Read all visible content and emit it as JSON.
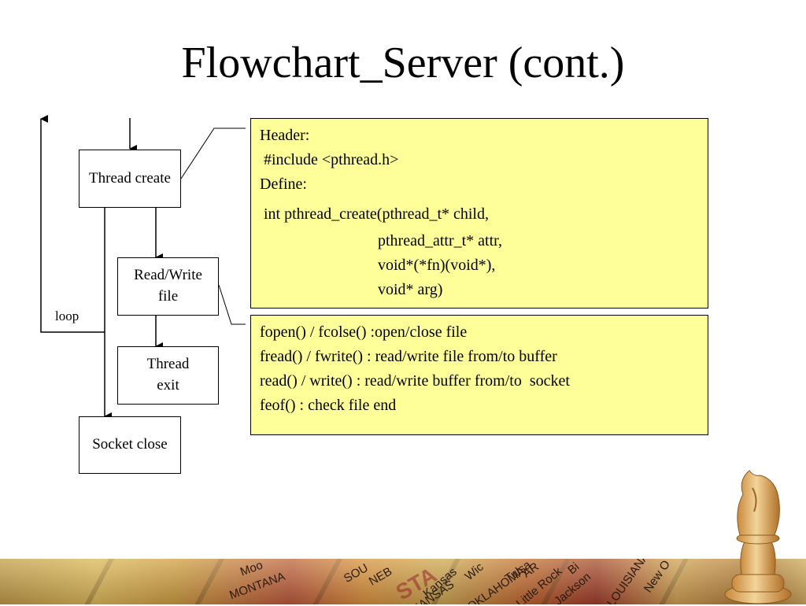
{
  "title": "Flowchart_Server (cont.)",
  "flowchart": {
    "thread_create": "Thread create",
    "read_write_file": "Read/Write\nfile",
    "thread_exit": "Thread\nexit",
    "socket_close": "Socket close",
    "loop_label": "loop"
  },
  "note_thread": {
    "lines": [
      "Header:",
      " #include <pthread.h>",
      "Define:",
      " int pthread_create(pthread_t* child,",
      "                              pthread_attr_t* attr,",
      "                              void*(*fn)(void*),",
      "                              void* arg)"
    ]
  },
  "note_file": {
    "lines": [
      "fopen() / fcolse() :open/close file",
      "fread() / fwrite() : read/write file from/to buffer",
      "read() / write() : read/write buffer from/to  socket",
      "feof() : check file end"
    ]
  },
  "map_labels": [
    "MONTANA",
    "Moo",
    "NEB",
    "SOU",
    "Kansas",
    "Wic",
    "STA",
    "Tulsa",
    "OKLAHOMA",
    "AR",
    "Little Rock",
    "KANSAS",
    "Jackson",
    "LOUISIANA",
    "New O",
    "Bi"
  ],
  "colors": {
    "note_fill": "#ffff99",
    "background": "#ffffff"
  }
}
